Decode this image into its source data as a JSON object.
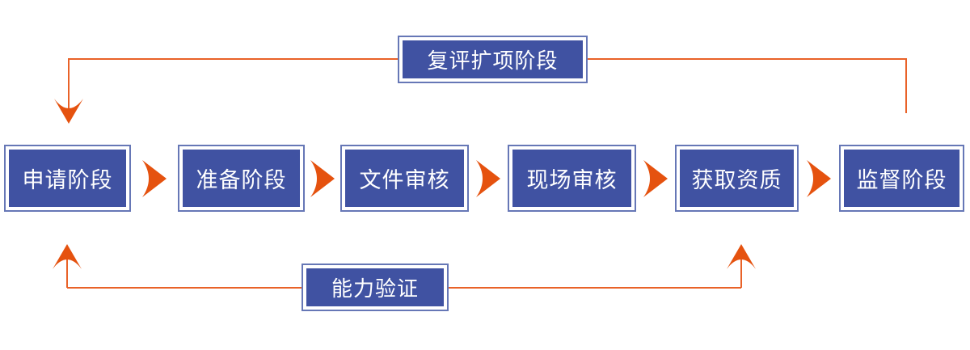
{
  "colors": {
    "background": "#FFFFFF",
    "box_fill": "#4052A2",
    "box_border": "#6677B6",
    "box_inner_ring": "#FFFFFF",
    "box_text": "#FFFFFF",
    "connector_line": "#E96228",
    "arrow": "#E5520F"
  },
  "flow": {
    "steps": [
      {
        "label": "申请阶段"
      },
      {
        "label": "准备阶段"
      },
      {
        "label": "文件审核"
      },
      {
        "label": "现场审核"
      },
      {
        "label": "获取资质"
      },
      {
        "label": "监督阶段"
      }
    ]
  },
  "loops": {
    "top": {
      "label": "复评扩项阶段",
      "from": "监督阶段",
      "to": "申请阶段"
    },
    "bottom": {
      "label": "能力验证",
      "targets": [
        "申请阶段",
        "获取资质"
      ]
    }
  }
}
